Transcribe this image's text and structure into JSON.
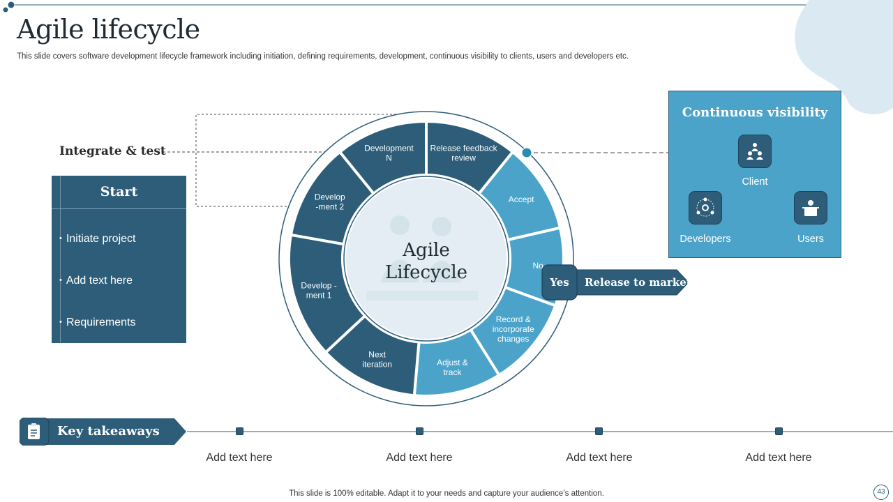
{
  "slide": {
    "title": "Agile lifecycle",
    "subtitle": "This slide covers software development lifecycle framework including initiation, defining requirements, development, continuous visibility to clients, users and developers etc.",
    "footer": "This slide is 100% editable. Adapt it to your needs and capture your audience’s attention.",
    "page_number": "43"
  },
  "integrate": {
    "label": "Integrate & test"
  },
  "start": {
    "title": "Start",
    "items": [
      "Initiate project",
      "Add text here",
      "Requirements"
    ]
  },
  "cycle": {
    "center_line1": "Agile",
    "center_line2": "Lifecycle",
    "segments": [
      {
        "lines": [
          "Development",
          "N"
        ],
        "color": "#2d5d79"
      },
      {
        "lines": [
          "Release feedback",
          "review"
        ],
        "color": "#2d5d79"
      },
      {
        "lines": [
          "Accept"
        ],
        "color": "#4ba3c9"
      },
      {
        "lines": [
          "No"
        ],
        "color": "#4ba3c9"
      },
      {
        "lines": [
          "Record &",
          "incorporate",
          "changes"
        ],
        "color": "#4ba3c9"
      },
      {
        "lines": [
          "Adjust &",
          "track"
        ],
        "color": "#4ba3c9"
      },
      {
        "lines": [
          "Next",
          "iteration"
        ],
        "color": "#2d5d79"
      },
      {
        "lines": [
          "Develop -",
          "ment 1"
        ],
        "color": "#2d5d79"
      },
      {
        "lines": [
          "Develop",
          "-ment 2"
        ],
        "color": "#2d5d79"
      }
    ]
  },
  "release": {
    "yes": "Yes",
    "label": "Release to market"
  },
  "continuous": {
    "title": "Continuous visibility",
    "client": "Client",
    "developers": "Developers",
    "users": "Users"
  },
  "takeaways": {
    "title": "Key takeaways",
    "items": [
      "Add text here",
      "Add text here",
      "Add text here",
      "Add text here"
    ]
  },
  "colors": {
    "dark": "#2d5d79",
    "light": "#4ba3c9",
    "pale": "#dbe9f2"
  }
}
